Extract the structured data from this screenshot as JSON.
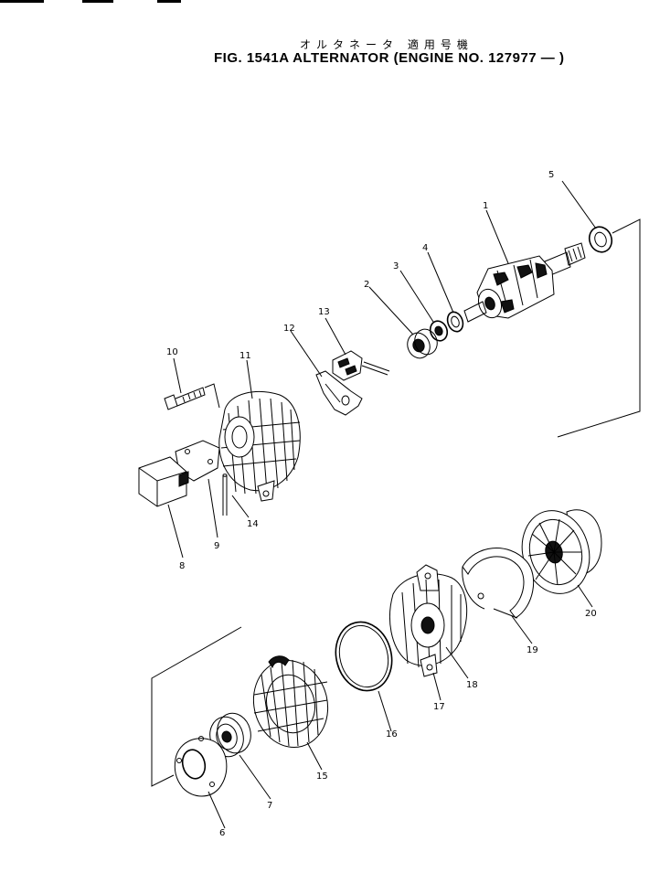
{
  "title": {
    "japanese": "オルタネータ 適用号機",
    "english": "FIG. 1541A  ALTERNATOR (ENGINE NO. 127977 — )"
  },
  "callouts": [
    {
      "id": "rotor",
      "label": "1"
    },
    {
      "id": "bearing-front",
      "label": "2"
    },
    {
      "id": "collar",
      "label": "3"
    },
    {
      "id": "washer",
      "label": "4"
    },
    {
      "id": "seal-ring",
      "label": "5"
    },
    {
      "id": "cover-plate",
      "label": "6"
    },
    {
      "id": "bearing-rear",
      "label": "7"
    },
    {
      "id": "regulator",
      "label": "8"
    },
    {
      "id": "gasket",
      "label": "9"
    },
    {
      "id": "bolt",
      "label": "10"
    },
    {
      "id": "rear-housing",
      "label": "11"
    },
    {
      "id": "insulator",
      "label": "12"
    },
    {
      "id": "brush-holder",
      "label": "13"
    },
    {
      "id": "pin",
      "label": "14"
    },
    {
      "id": "stator",
      "label": "15"
    },
    {
      "id": "o-ring",
      "label": "16"
    },
    {
      "id": "bracket",
      "label": "17"
    },
    {
      "id": "bracket-bushing",
      "label": "18"
    },
    {
      "id": "shroud",
      "label": "19"
    },
    {
      "id": "pulley-fan",
      "label": "20"
    }
  ]
}
